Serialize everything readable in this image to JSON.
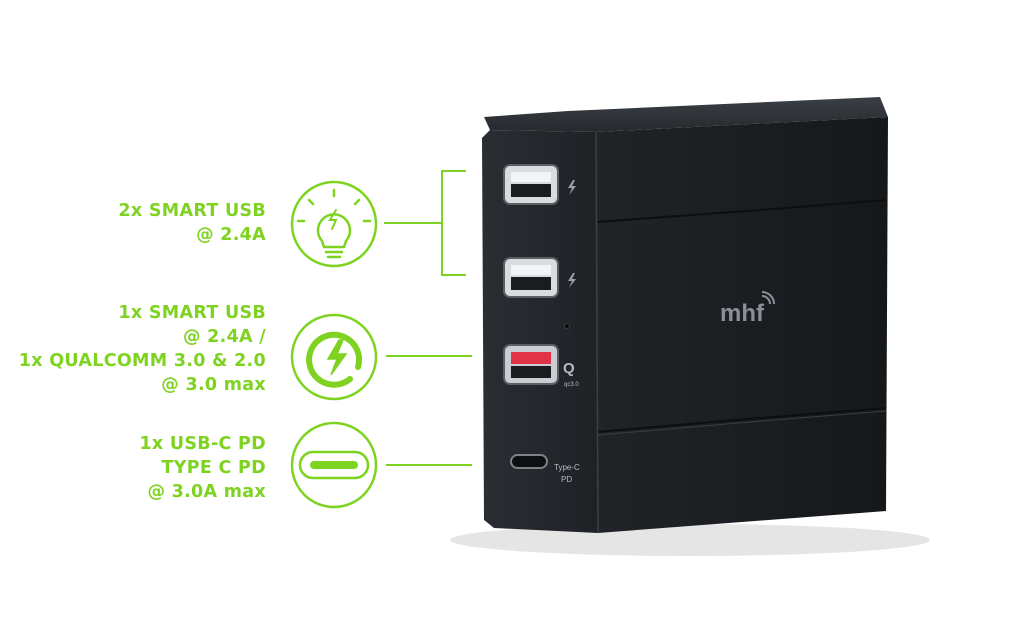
{
  "colors": {
    "accent": "#7ed321",
    "device": "#1b1e22",
    "port_red": "#e03347"
  },
  "features": [
    {
      "icon": "smart-bulb-icon",
      "lines": [
        "2x SMART USB",
        "@ 2.4A"
      ]
    },
    {
      "icon": "quick-charge-icon",
      "lines": [
        "1x SMART USB",
        "@ 2.4A /",
        "1x QUALCOMM 3.0 & 2.0",
        "@ 3.0 max"
      ]
    },
    {
      "icon": "usb-c-icon",
      "lines": [
        "1x USB-C PD",
        "TYPE C PD",
        "@ 3.0A max"
      ]
    }
  ],
  "device": {
    "brand": "mhf",
    "qc_mark": "Q",
    "qc_caption": "qc3.0",
    "usbc_caption_1": "Type-C",
    "usbc_caption_2": "PD"
  }
}
